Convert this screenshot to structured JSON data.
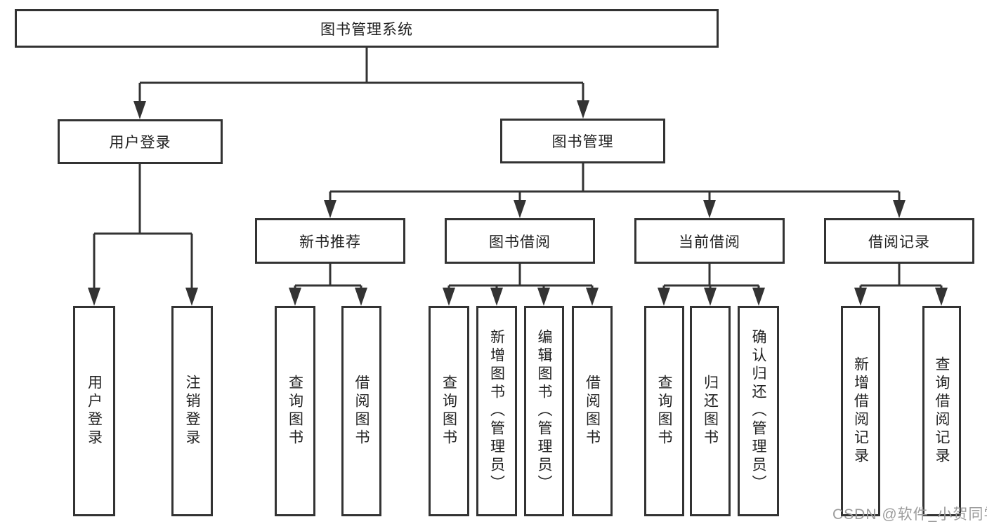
{
  "diagram": {
    "root": "图书管理系统",
    "branches": [
      {
        "label": "用户登录",
        "leaves": [
          "用户登录",
          "注销登录"
        ]
      },
      {
        "label": "图书管理",
        "groups": [
          {
            "label": "新书推荐",
            "leaves": [
              "查询图书",
              "借阅图书"
            ]
          },
          {
            "label": "图书借阅",
            "leaves": [
              "查询图书",
              "新增图书（管理员）",
              "编辑图书（管理员）",
              "借阅图书"
            ]
          },
          {
            "label": "当前借阅",
            "leaves": [
              "查询图书",
              "归还图书",
              "确认归还（管理员）"
            ]
          },
          {
            "label": "借阅记录",
            "leaves": [
              "新增借阅记录",
              "查询借阅记录"
            ]
          }
        ]
      }
    ]
  },
  "watermark": "CSDN @软件_小贺同学",
  "colors": {
    "line": "#333333",
    "text": "#222222",
    "watermark": "#9c9c9c",
    "background": "#ffffff"
  }
}
